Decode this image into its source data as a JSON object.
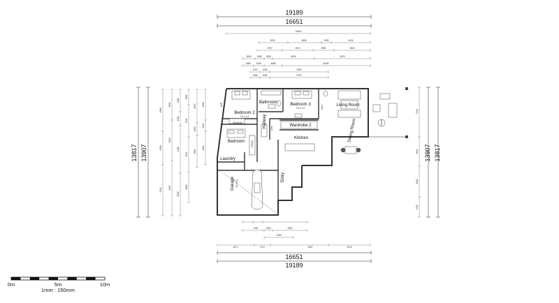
{
  "dimensions": {
    "top_overall": "19189",
    "top_inner": "16651",
    "top_third": "16416",
    "top_row4": [
      "3009",
      "3808",
      "1080",
      "4024"
    ],
    "top_row5": [
      "2913",
      "4613",
      "2580",
      "4524"
    ],
    "top_row6": [
      "4618",
      "1086",
      "1086",
      "4624",
      "5024"
    ],
    "top_row7": [
      "2488",
      "1086",
      "4988",
      "10099"
    ],
    "top_row8": [
      "1120",
      "1086",
      "3990"
    ],
    "top_row9": [
      "1086",
      "1086",
      "5750"
    ],
    "bottom_row1": [
      "1281",
      "1082",
      "4500"
    ],
    "bottom_row2": [
      "2469"
    ],
    "bottom_row3": [
      "4071",
      "1710",
      "4057",
      "4024"
    ],
    "bottom_inner": "16651",
    "bottom_overall": "19189",
    "left_outer": "13817",
    "left_inner": "13907",
    "left_col3": [
      "4288",
      "4288",
      "5241"
    ],
    "left_col4": [
      "3081",
      "3050",
      "4987"
    ],
    "left_col5": [
      "1380",
      "1380",
      "4108",
      "2028"
    ],
    "left_col6": [
      "1080",
      "3141",
      "3024",
      "2060"
    ],
    "left_col7": [
      "3095",
      "1230",
      "3081"
    ],
    "left_col8": [
      "3008",
      "2210",
      "4024"
    ],
    "right_outer": "13817",
    "right_inner": "13907",
    "right_col": [
      "7248",
      "3004",
      "3004",
      "1700"
    ]
  },
  "rooms": {
    "bedroom2": "Bedroom 2",
    "bathroom": "Bathroom",
    "bedroom3": "Bedroom 3",
    "living_room": "Living Room",
    "wardrobe2": "Wardrobe 2",
    "dining_room": "Dining Room",
    "bedroom": "Bedroom",
    "hallway": "Hallway",
    "kitchen": "Kitchen",
    "laundry": "Laundry",
    "garage": "Garage",
    "entry": "Entry",
    "pantry": "Pantry",
    "wardrobe": "Wardrobe",
    "toilet": "Toilet",
    "linen": "Linen",
    "wir": "WIR",
    "closet": "Closet"
  },
  "room_sizes": {
    "bedroom2": "3.3 x 3.4",
    "bedroom3": "3.3 x 3.0",
    "garage": "3.6 x 6.0"
  },
  "scale": {
    "ticks": [
      "0m",
      "5m",
      "10m"
    ],
    "ratio": "1mm : 150mm"
  }
}
